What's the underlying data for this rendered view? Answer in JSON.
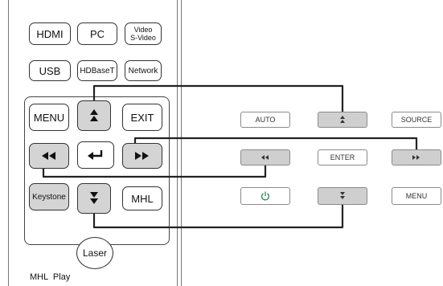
{
  "remote": {
    "buttons": {
      "hdmi": "HDMI",
      "pc": "PC",
      "video_line1": "Video",
      "video_line2": "S-Video",
      "usb": "USB",
      "hdbaset": "HDBaseT",
      "network": "Network",
      "menu": "MENU",
      "exit": "EXIT",
      "keystone": "Keystone",
      "mhl": "MHL",
      "laser": "Laser"
    },
    "footer_label": "MHL  Play"
  },
  "panel": {
    "buttons": {
      "auto": "AUTO",
      "source": "SOURCE",
      "enter": "ENTER",
      "menu": "MENU"
    }
  },
  "icons": {
    "up": "up-arrow-icon",
    "down": "down-arrow-icon",
    "left": "left-arrow-icon",
    "right": "right-arrow-icon",
    "enter": "enter-return-icon",
    "power": "power-icon",
    "power_color": "#2e8b57"
  }
}
